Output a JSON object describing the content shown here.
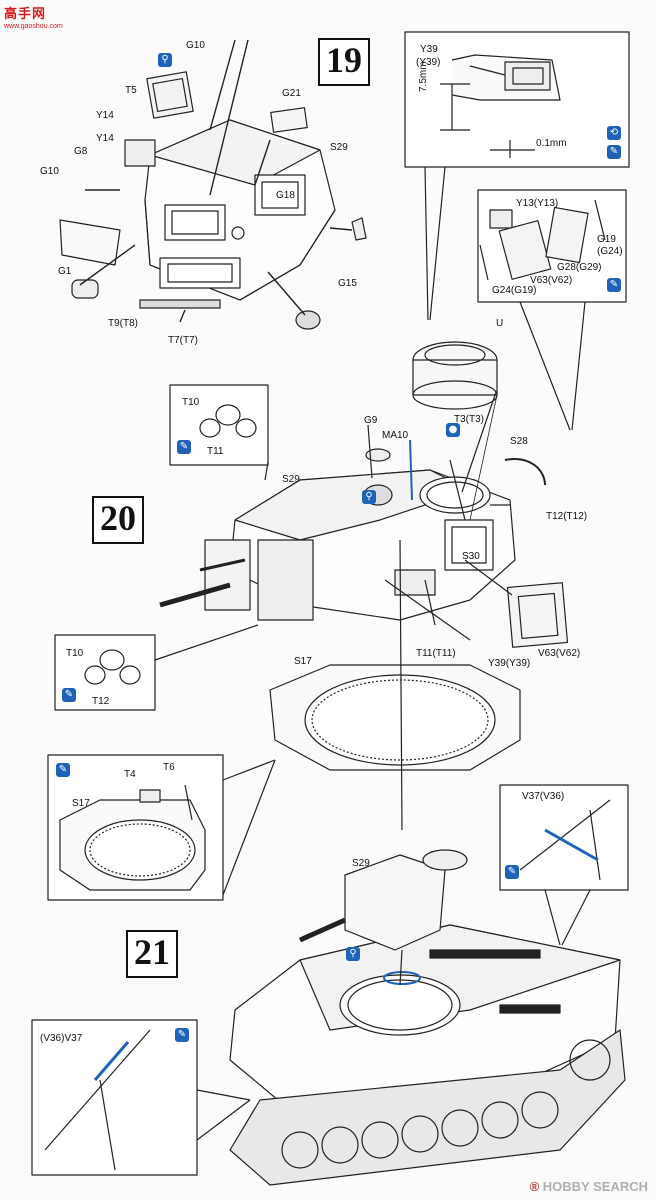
{
  "watermark": {
    "site_cn": "高手网",
    "site_url": "www.gaoshou.com",
    "brand_mark": "®",
    "brand": "HOBBY SEARCH"
  },
  "steps": [
    {
      "number": "19"
    },
    {
      "number": "20"
    },
    {
      "number": "21"
    }
  ],
  "step19": {
    "parts": [
      "G10",
      "T5",
      "Y14",
      "Y14",
      "G8",
      "G10",
      "G21",
      "S29",
      "G18",
      "G1",
      "T9(T8)",
      "T7(T7)",
      "G15"
    ]
  },
  "detail19a": {
    "parts": [
      "Y39",
      "(Y39)"
    ],
    "dimensions": [
      "7.5mm",
      "0.1mm"
    ]
  },
  "detail19b": {
    "parts": [
      "Y13(Y13)",
      "G19",
      "(G24)",
      "G28(G29)",
      "V63(V62)",
      "G24(G19)"
    ]
  },
  "step20": {
    "parts": [
      "U",
      "G9",
      "MA10",
      "T3(T3)",
      "S28",
      "S29",
      "T12(T12)",
      "S30",
      "V63(V62)",
      "T11(T11)",
      "Y39(Y39)",
      "S17"
    ]
  },
  "detail20a": {
    "parts": [
      "T10",
      "T11"
    ]
  },
  "detail20b": {
    "parts": [
      "T10",
      "T12"
    ]
  },
  "detail21a": {
    "parts": [
      "T4",
      "T6",
      "S17"
    ]
  },
  "detail21b": {
    "parts": [
      "V37(V36)"
    ]
  },
  "detail21c": {
    "parts": [
      "(V36)V37"
    ]
  },
  "step21": {
    "parts": [
      "S29"
    ]
  },
  "icons": {
    "glue": "glue-icon",
    "paint": "paint-icon",
    "rotate": "rotate-icon",
    "cement": "cement-icon",
    "accent": "#1f63b8"
  }
}
